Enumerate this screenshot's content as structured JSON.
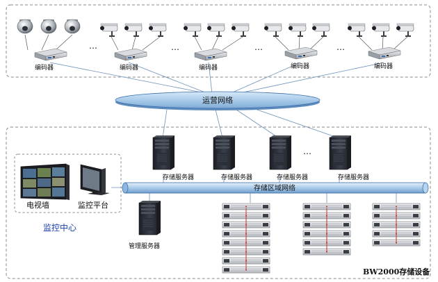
{
  "top_zone": {
    "encoder_label": "编码器",
    "ellipsis": "…"
  },
  "network": {
    "label": "运营网络"
  },
  "bottom_zone": {
    "san_label": "存储区域网络",
    "storage_server_label": "存储服务器",
    "management_server_label": "管理服务器",
    "tv_wall_label": "电视墙",
    "monitor_platform_label": "监控平台",
    "monitor_center_label": "监控中心",
    "storage_device_label": "BW2000存储设备",
    "ellipsis": "…"
  },
  "colors": {
    "network_blue": "#a9cbe9",
    "network_stroke": "#3b6ea8",
    "zone_border": "#8a8a8a",
    "monitor_center_text": "#1a3fb0",
    "storage_led": "#d12a2a"
  },
  "icons": {
    "camera_dome": "dome-camera-icon",
    "camera_bullet": "bullet-camera-icon",
    "encoder": "encoder-box-icon",
    "server": "tower-server-icon",
    "rack": "rack-storage-icon",
    "monitor": "monitor-icon",
    "tv_wall": "tv-wall-icon"
  }
}
